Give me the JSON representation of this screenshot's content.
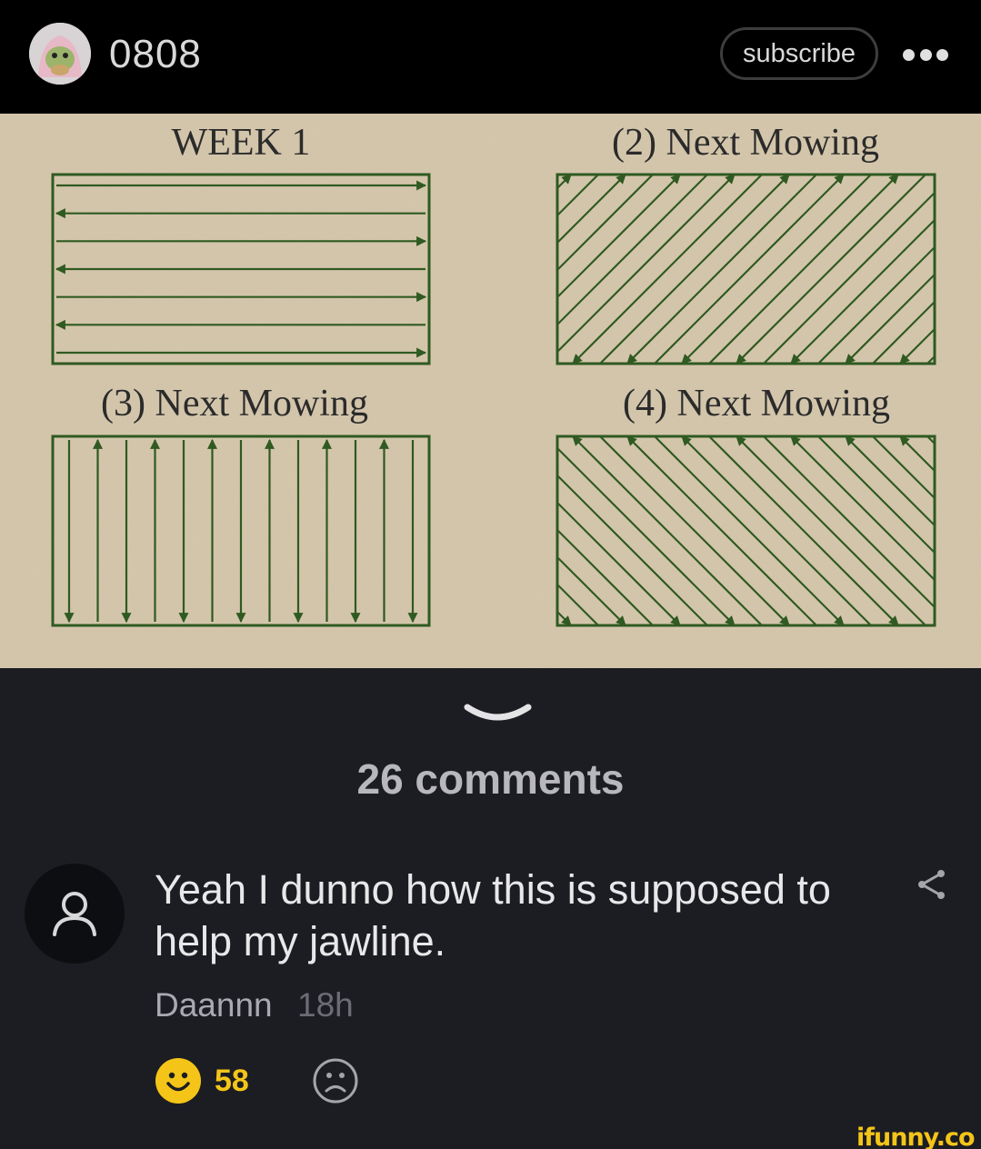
{
  "header": {
    "username": "0808",
    "subscribe_label": "subscribe"
  },
  "post": {
    "diagram": {
      "panels": [
        {
          "title": "WEEK 1",
          "pattern": "horizontal"
        },
        {
          "title": "(2) Next Mowing",
          "pattern": "diagonal-up"
        },
        {
          "title": "(3) Next Mowing",
          "pattern": "vertical"
        },
        {
          "title": "(4) Next Mowing",
          "pattern": "diagonal-down"
        }
      ],
      "colors": {
        "paper": "#d6c8ad",
        "ink": "#2f5a22",
        "title": "#2b2b2b"
      }
    }
  },
  "comments": {
    "count_label": "26 comments",
    "items": [
      {
        "text": "Yeah I dunno how this is supposed to help my jawline.",
        "author": "Daannn",
        "time": "18h",
        "likes": "58"
      }
    ]
  },
  "watermark": "ifunny.co"
}
